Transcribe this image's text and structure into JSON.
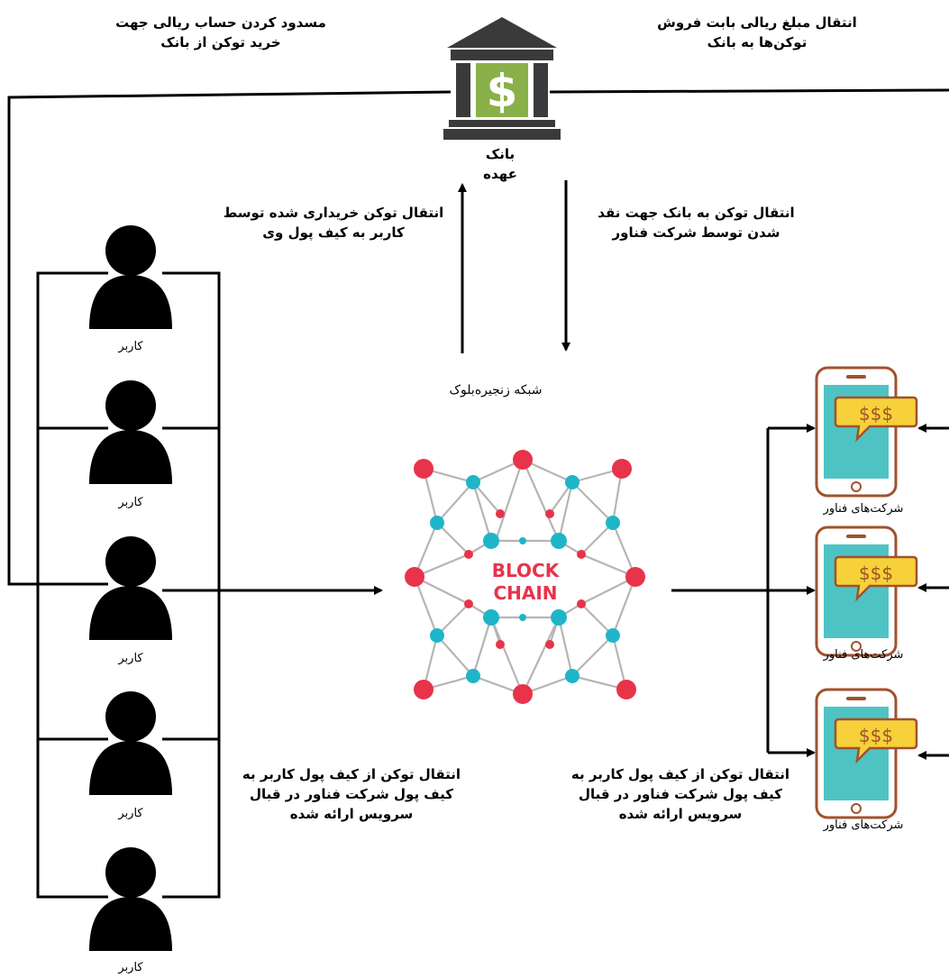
{
  "bank": {
    "icon": "bank-dollar-icon",
    "label_line1": "بانک",
    "label_line2": "عهده"
  },
  "labels": {
    "top_left_line1": "مسدود کردن حساب ریالی جهت",
    "top_left_line2": "خرید توکن از بانک",
    "top_right_line1": "انتقال مبلغ ریالی بابت فروش",
    "top_right_line2": "توکن‌ها به بانک",
    "mid_left_line1": "انتقال توکن خریداری شده توسط",
    "mid_left_line2": "کاربر به کیف پول وی",
    "mid_right_line1": "انتقال توکن به بانک جهت نقد",
    "mid_right_line2": "شدن توسط شرکت فناور",
    "network_caption": "شبکه زنجیره‌بلوک",
    "bottom_left_line1": "انتقال توکن از کیف پول کاربر به",
    "bottom_left_line2": "کیف پول شرکت فناور در قبال",
    "bottom_left_line3": "سرویس ارائه شده",
    "bottom_right_line1": "انتقال توکن از کیف پول کاربر به",
    "bottom_right_line2": "کیف پول شرکت فناور در قبال",
    "bottom_right_line3": "سرویس ارائه شده"
  },
  "blockchain": {
    "icon": "blockchain-network-icon",
    "text_line1": "BLOCK",
    "text_line2": "CHAIN",
    "colors": {
      "red": "#e8334a",
      "teal": "#1fb5c9",
      "line": "#b5b5b5"
    }
  },
  "users": [
    {
      "label": "کاربر",
      "icon": "user-icon"
    },
    {
      "label": "کاربر",
      "icon": "user-icon"
    },
    {
      "label": "کاربر",
      "icon": "user-icon"
    },
    {
      "label": "کاربر",
      "icon": "user-icon"
    },
    {
      "label": "کاربر",
      "icon": "user-icon"
    }
  ],
  "companies": [
    {
      "label": "شرکت‌های فناور",
      "icon": "phone-payment-icon",
      "bubble_text": "$$$"
    },
    {
      "label": "شرکت‌های فناور",
      "icon": "phone-payment-icon",
      "bubble_text": "$$$"
    },
    {
      "label": "شرکت‌های فناور",
      "icon": "phone-payment-icon",
      "bubble_text": "$$$"
    }
  ],
  "colors": {
    "bank_body": "#3a3a3a",
    "bank_green": "#8ab04a",
    "phone_frame": "#a0522d",
    "phone_screen": "#4fc3c3",
    "bubble_fill": "#f6d13a"
  }
}
